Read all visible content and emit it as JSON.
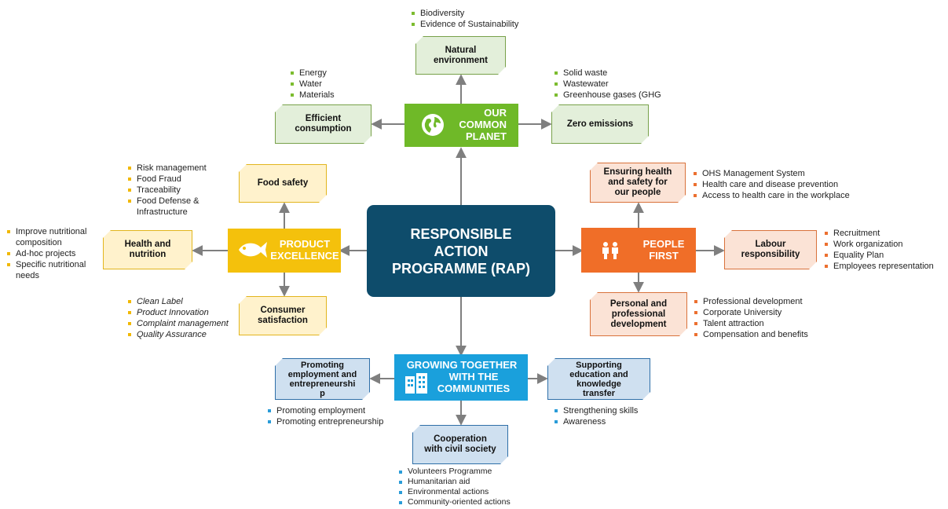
{
  "center": {
    "line1": "RESPONSIBLE",
    "line2": "ACTION",
    "line3": "PROGRAMME (RAP)"
  },
  "pillars": {
    "planet": {
      "line1": "OUR",
      "line2": "COMMON",
      "line3": "PLANET",
      "icon": "globe-icon",
      "color": "#6fb928"
    },
    "product": {
      "line1": "PRODUCT",
      "line2": "EXCELLENCE",
      "icon": "fish-icon",
      "color": "#f4c10c"
    },
    "people": {
      "line1": "PEOPLE",
      "line2": "FIRST",
      "icon": "people-icon",
      "color": "#f06e28"
    },
    "communities": {
      "line1": "GROWING TOGETHER",
      "line2": "WITH THE",
      "line3": "COMMUNITIES",
      "icon": "buildings-icon",
      "color": "#1aa0dc"
    }
  },
  "planet_areas": {
    "natural": {
      "line1": "Natural",
      "line2": "environment",
      "bullets": [
        "Biodiversity",
        "Evidence of Sustainability"
      ]
    },
    "efficient": {
      "line1": "Efficient",
      "line2": "consumption",
      "bullets": [
        "Energy",
        "Water",
        "Materials"
      ]
    },
    "zero": {
      "label": "Zero emissions",
      "bullets": [
        "Solid waste",
        "Wastewater",
        "Greenhouse gases (GHG"
      ]
    }
  },
  "product_areas": {
    "food": {
      "label": "Food safety",
      "bullets": [
        "Risk management",
        "Food Fraud",
        "Traceability",
        "Food Defense &",
        "Infrastructure"
      ]
    },
    "health": {
      "line1": "Health and",
      "line2": "nutrition",
      "bullets": [
        "Improve nutritional",
        "composition",
        "Ad-hoc projects",
        "Specific nutritional",
        "needs"
      ]
    },
    "consumer": {
      "line1": "Consumer",
      "line2": "satisfaction",
      "bullets": [
        "Clean Label",
        "Product Innovation",
        "Complaint management",
        "Quality Assurance"
      ]
    }
  },
  "people_areas": {
    "health": {
      "line1": "Ensuring health",
      "line2": "and safety for",
      "line3": "our people",
      "bullets": [
        "OHS Management System",
        "Health care and disease prevention",
        "Access to health care in the workplace"
      ]
    },
    "labour": {
      "line1": "Labour",
      "line2": "responsibility",
      "bullets": [
        "Recruitment",
        "Work organization",
        "Equality Plan",
        "Employees representation"
      ]
    },
    "dev": {
      "line1": "Personal and",
      "line2": "professional",
      "line3": "development",
      "bullets": [
        "Professional development",
        "Corporate University",
        "Talent attraction",
        "Compensation and benefits"
      ]
    }
  },
  "community_areas": {
    "employment": {
      "line1": "Promoting",
      "line2": "employment and",
      "line3": "entrepreneurshi",
      "line4": "p",
      "bullets": [
        "Promoting employment",
        "Promoting entrepreneurship"
      ]
    },
    "education": {
      "line1": "Supporting",
      "line2": "education and",
      "line3": "knowledge",
      "line4": "transfer",
      "bullets": [
        "Strengthening skills",
        "Awareness"
      ]
    },
    "civil": {
      "line1": "Cooperation",
      "line2": "with civil society",
      "bullets": [
        "Volunteers Programme",
        "Humanitarian aid",
        "Environmental actions",
        "Community-oriented actions"
      ]
    }
  },
  "colors": {
    "center": "#0e4c6b",
    "arrow": "#7f7f7f"
  }
}
